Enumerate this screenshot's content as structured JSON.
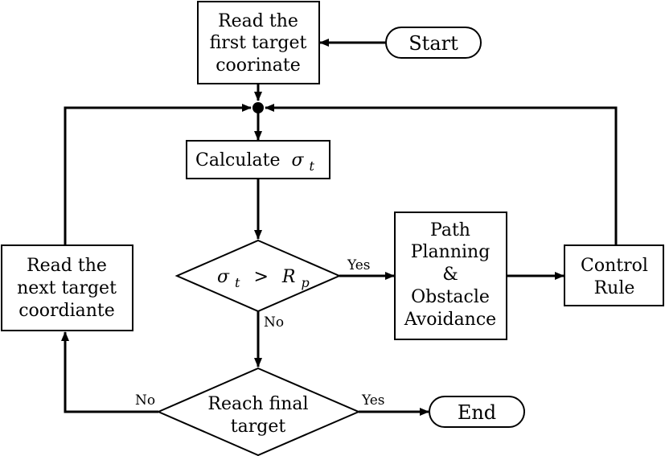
{
  "nodes": {
    "start": "Start",
    "read_first": [
      "Read the",
      "first target",
      "coorinate"
    ],
    "calculate": "Calculate",
    "calculate_symbol": "σ",
    "calculate_sub": "t",
    "decision_sigma": {
      "sigma": "σ",
      "sigma_sub": "t",
      "op": ">",
      "r": "R",
      "r_sub": "p"
    },
    "path_planning": [
      "Path",
      "Planning",
      "&",
      "Obstacle",
      "Avoidance"
    ],
    "control_rule": [
      "Control",
      "Rule"
    ],
    "read_next": [
      "Read the",
      "next target",
      "coordiante"
    ],
    "reach_final": [
      "Reach final",
      "target"
    ],
    "end": "End"
  },
  "edge_labels": {
    "sigma_yes": "Yes",
    "sigma_no": "No",
    "reach_yes": "Yes",
    "reach_no": "No"
  }
}
